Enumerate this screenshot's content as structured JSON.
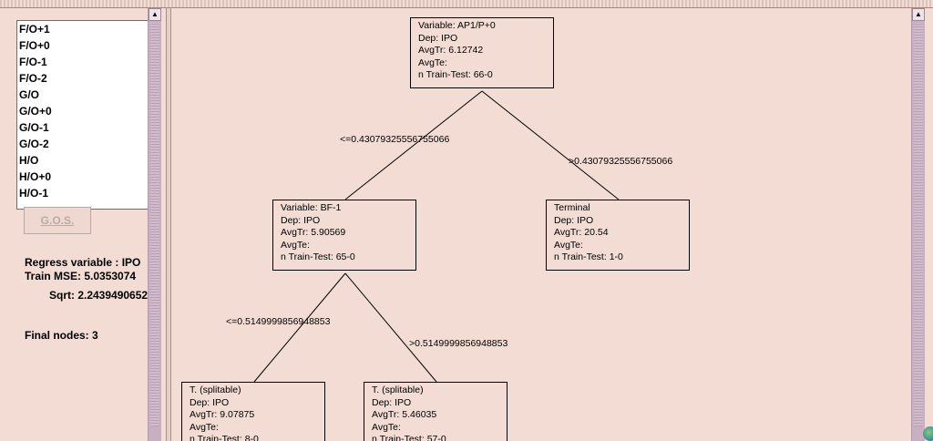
{
  "variables_list": [
    "F/O+1",
    "F/O+0",
    "F/O-1",
    "F/O-2",
    "G/O",
    "G/O+0",
    "G/O-1",
    "G/O-2",
    "H/O",
    "H/O+0",
    "H/O-1"
  ],
  "gos_button": "G.O.S.",
  "stats": {
    "regress": "Regress variable : IPO",
    "train_mse": "Train MSE: 5.0353074",
    "sqrt": "Sqrt: 2.2439490652",
    "final_nodes": "Final nodes: 3"
  },
  "tree": {
    "root": [
      "Variable: AP1/P+0",
      "Dep: IPO",
      "AvgTr: 6.12742",
      "AvgTe:",
      "n Train-Test: 66-0"
    ],
    "left": [
      "Variable: BF-1",
      "Dep: IPO",
      "AvgTr: 5.90569",
      "AvgTe:",
      "n Train-Test: 65-0"
    ],
    "right": [
      "Terminal",
      "Dep: IPO",
      "AvgTr: 20.54",
      "AvgTe:",
      "n Train-Test: 1-0"
    ],
    "left_left": [
      "T. (splitable)",
      "Dep: IPO",
      "AvgTr: 9.07875",
      "AvgTe:",
      "n Train-Test: 8-0"
    ],
    "left_right": [
      "T. (splitable)",
      "Dep: IPO",
      "AvgTr: 5.46035",
      "AvgTe:",
      "n Train-Test: 57-0"
    ],
    "edge_root_left": "<=0.43079325556755066",
    "edge_root_right": ">0.43079325556755066",
    "edge_left_left": "<=0.5149999856948853",
    "edge_left_right": ">0.5149999856948853"
  }
}
